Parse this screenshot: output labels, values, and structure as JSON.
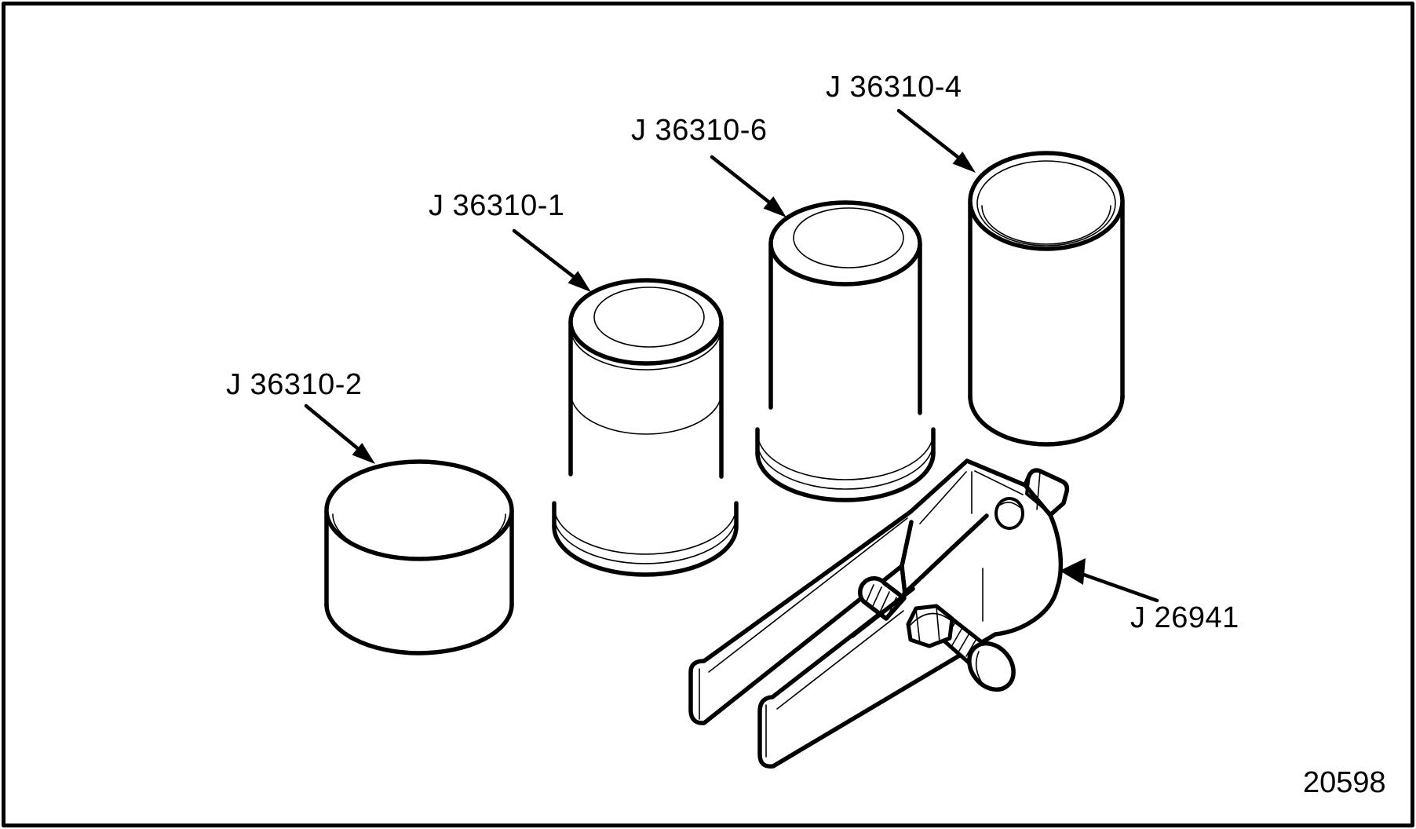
{
  "figure": {
    "figure_number": "20598",
    "part_labels": {
      "disc": "J 36310-2",
      "stepped_driver": "J 36310-1",
      "flanged_driver": "J 36310-6",
      "tube": "J 36310-4",
      "clamp": "J 26941"
    },
    "colors": {
      "ink": "#000000",
      "background": "#ffffff"
    }
  }
}
